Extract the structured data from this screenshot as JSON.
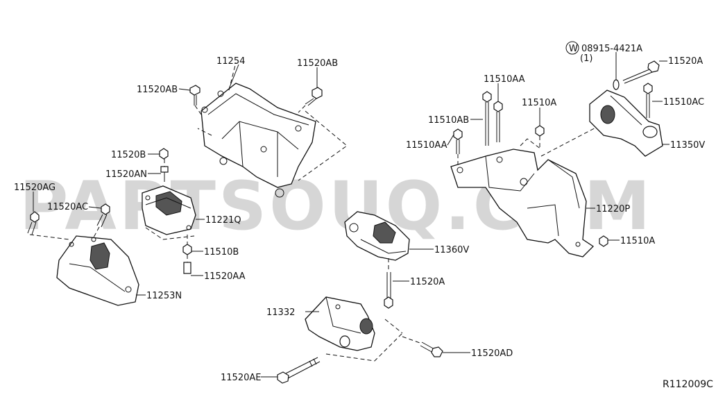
{
  "watermark": "PARTSOUQ.COM",
  "diagram_code": "R112009C",
  "labels": {
    "p11254": "11254",
    "p11520AB_left": "11520AB",
    "p11520AB_top": "11520AB",
    "p11520B": "11520B",
    "p11520AN": "11520AN",
    "p11520AG": "11520AG",
    "p11520AC": "11520AC",
    "p11221Q": "11221Q",
    "p11510B": "11510B",
    "p11520AA": "11520AA",
    "p11253N": "11253N",
    "p11510AA_top": "11510AA",
    "p11510AB": "11510AB",
    "p11510A_top": "11510A",
    "p11510AA_left": "11510AA",
    "p08915": "08915-4421A",
    "p08915_qty": "(1)",
    "washer_mark": "W",
    "p11520A_top": "11520A",
    "p11510AC": "11510AC",
    "p11350V": "11350V",
    "p11220P": "11220P",
    "p11510A_right": "11510A",
    "p11360V": "11360V",
    "p11520A_mid": "11520A",
    "p11332": "11332",
    "p11520AD": "11520AD",
    "p11520AE": "11520AE"
  }
}
